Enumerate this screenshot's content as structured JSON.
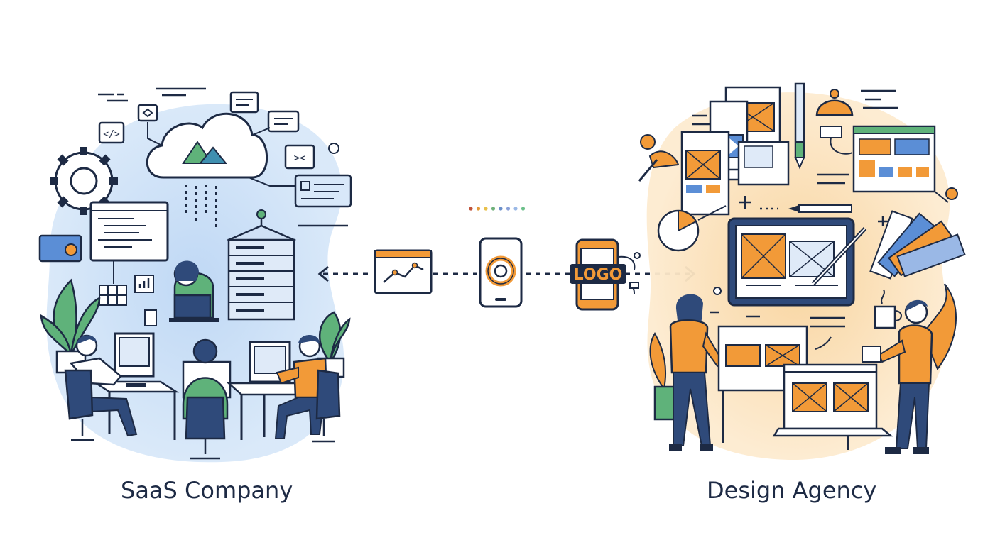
{
  "left_group": {
    "caption": "SaaS Company"
  },
  "right_group": {
    "caption": "Design Agency"
  },
  "center": {
    "logo_text": "LOGO",
    "dot_colors": [
      "#c0533a",
      "#e39a37",
      "#e8c04a",
      "#6fb17a",
      "#6a8fc9",
      "#8aa0d8",
      "#9ab8e6",
      "#6cc08a"
    ]
  },
  "colors": {
    "ink": "#1d2a44",
    "blue_blob": "#cfe2f7",
    "orange_blob": "#fbe3bd",
    "orange": "#f29a38",
    "green": "#5fb27a",
    "navy": "#2f4a7a"
  },
  "icons": {
    "code": "</>",
    "terminal": "><"
  }
}
